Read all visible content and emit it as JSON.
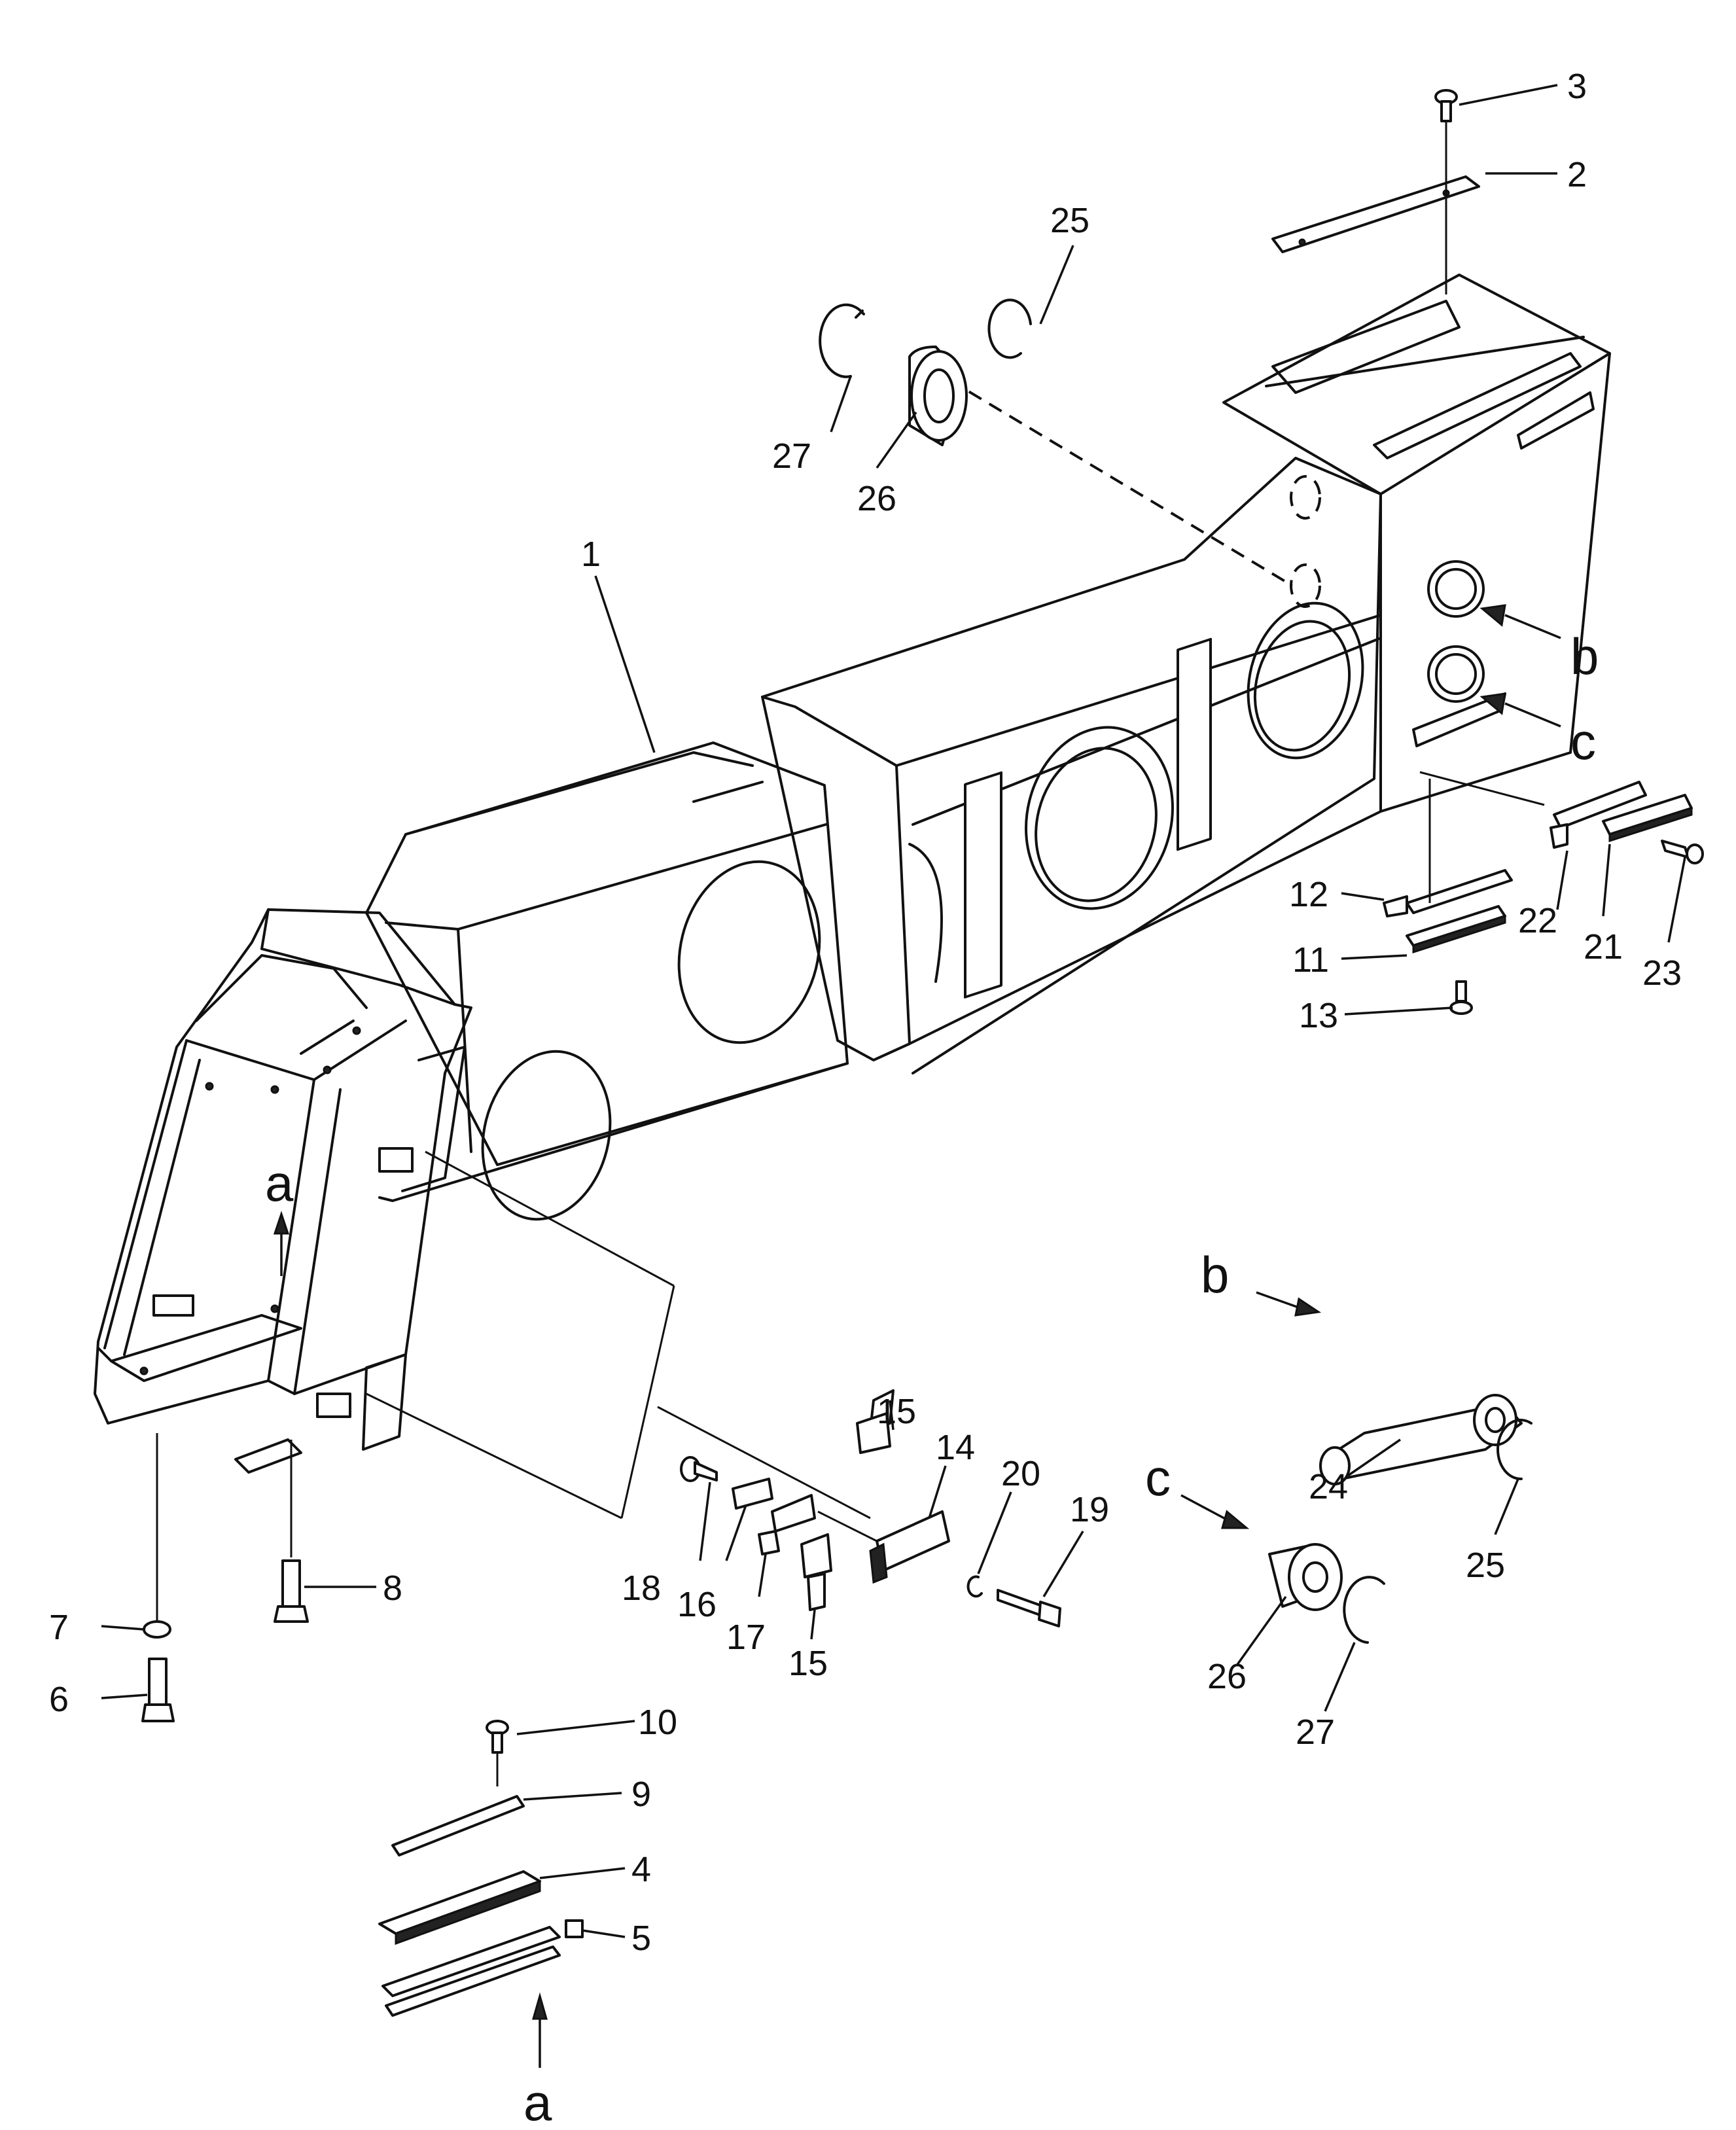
{
  "callouts": {
    "c1": "1",
    "c2": "2",
    "c3": "3",
    "c4": "4",
    "c5": "5",
    "c6": "6",
    "c7": "7",
    "c8": "8",
    "c9": "9",
    "c10": "10",
    "c11": "11",
    "c12": "12",
    "c13": "13",
    "c14": "14",
    "c15a": "15",
    "c15b": "15",
    "c16": "16",
    "c17": "17",
    "c18": "18",
    "c19": "19",
    "c20": "20",
    "c21": "21",
    "c22": "22",
    "c23": "23",
    "c24": "24",
    "c25a": "25",
    "c25b": "25",
    "c26a": "26",
    "c26b": "26",
    "c27a": "27",
    "c27b": "27"
  },
  "view_letters": {
    "a_top": "a",
    "a_bottom": "a",
    "b_right": "b",
    "b_pin": "b",
    "c_right": "c",
    "c_bush": "c"
  }
}
